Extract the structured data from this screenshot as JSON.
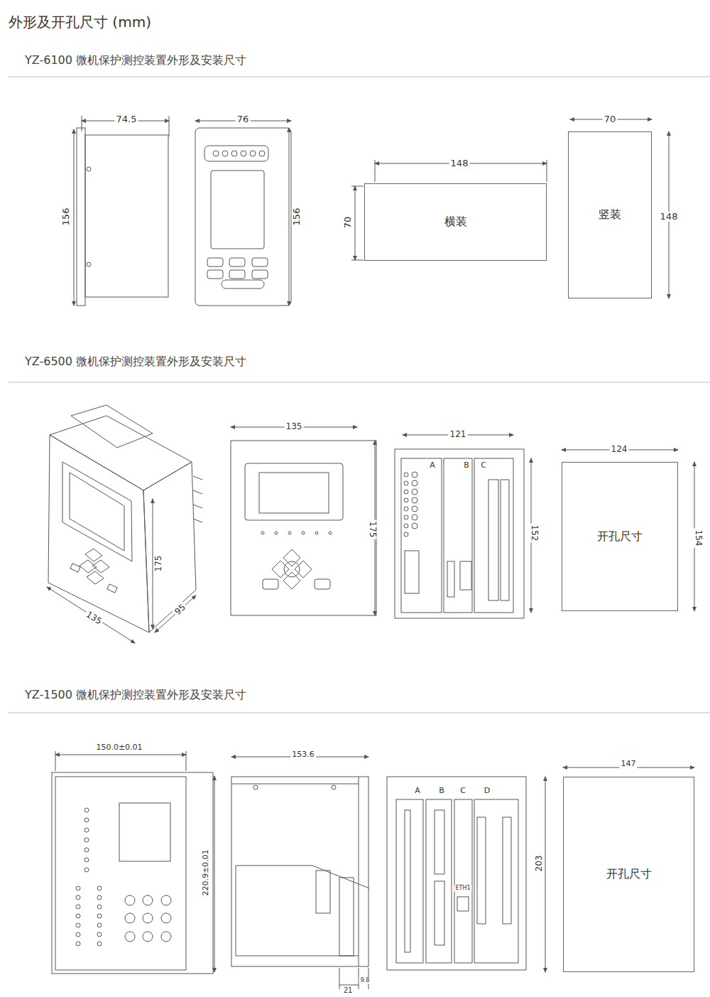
{
  "diagram": {
    "title": "外形及开孔尺寸 (mm)",
    "nodes": [
      {
        "text": [
          "横装"
        ]
      },
      {
        "text": [
          "竖装"
        ]
      },
      {
        "text": [
          "开孔尺寸"
        ]
      },
      {
        "text": [
          "开孔尺寸"
        ]
      }
    ],
    "labels": [
      "YZ-6100 微机保护测控装置外形及安装尺寸",
      "74.5",
      "156",
      "76",
      "156",
      "148",
      "70",
      "70",
      "148",
      "YZ-6500 微机保护测控装置外形及安装尺寸",
      "175",
      "95",
      "135",
      "135",
      "175",
      "121",
      "A",
      "B",
      "C",
      "152",
      "124",
      "154",
      "YZ-1500 微机保护测控装置外形及安装尺寸",
      "150.0±0.01",
      "220.9±0.01",
      "153.6",
      "21",
      "9.8",
      "A",
      "B",
      "C",
      "D",
      "ETH1",
      "147",
      "203"
    ]
  }
}
